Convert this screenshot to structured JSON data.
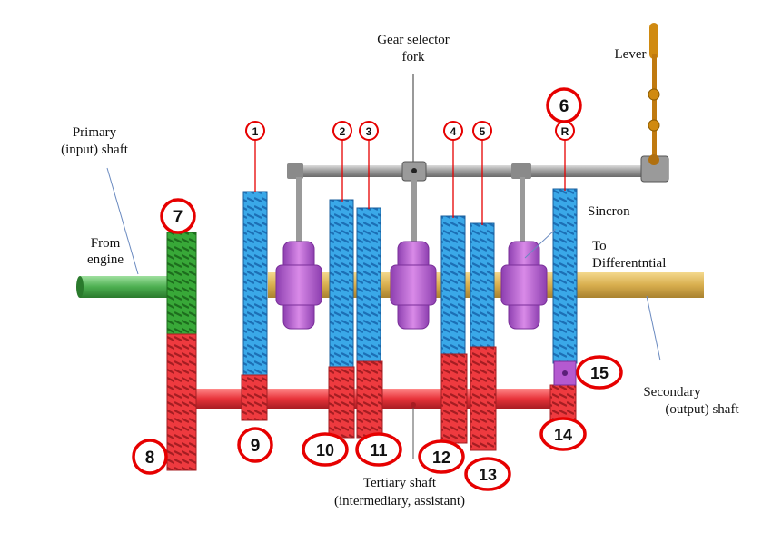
{
  "labels": {
    "primary_line1": "Primary",
    "primary_line2": "(input) shaft",
    "from_line1": "From",
    "from_line2": "engine",
    "fork_line1": "Gear selector",
    "fork_line2": "fork",
    "lever": "Lever",
    "sincron": "Sincron",
    "to_diff_line1": "To",
    "to_diff_line2": "Differentntial",
    "secondary_line1": "Secondary",
    "secondary_line2": "(output) shaft",
    "tertiary_line1": "Tertiary shaft",
    "tertiary_line2": "(intermediary, assistant)"
  },
  "gear_numbers": {
    "top": [
      "1",
      "2",
      "3",
      "4",
      "5",
      "R"
    ],
    "large": [
      "6",
      "7",
      "8",
      "9",
      "10",
      "11",
      "12",
      "13",
      "14",
      "15"
    ]
  },
  "colors": {
    "output_gear": "#3aa8e8",
    "countershaft_gear": "#e8333a",
    "input_gear": "#2e9a2e",
    "synchronizer": "#b45ad0",
    "output_shaft": "#e0b85a",
    "input_shaft": "#4caf50",
    "callout_ring": "#e60000",
    "selector_rail": "#9a9a9a",
    "lever_knob": "#d08a10"
  }
}
